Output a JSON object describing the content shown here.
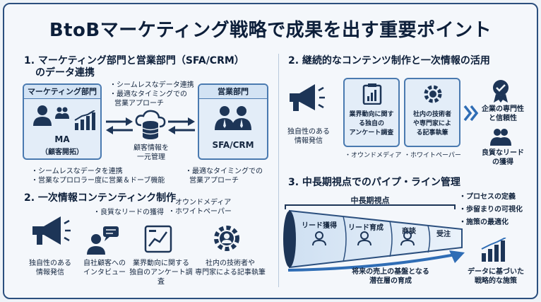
{
  "title": "BtoBマーケティング戦略で成果を出す重要ポイント",
  "section1": {
    "title_line1": "1. マーケティング部門と営業部門（SFA/CRM）",
    "title_line2": "のデータ連携",
    "marketing_box": {
      "header": "マーケティング部門",
      "label1": "MA",
      "label2": "（顧客開拓）"
    },
    "sales_box": {
      "header": "営業部門",
      "label": "SFA/CRM"
    },
    "top_bullets": [
      "・シームレスなデータ連携",
      "・最適なタイミングでの",
      "営業アプローチ"
    ],
    "center_label": [
      "顧客情報を",
      "一元管理"
    ],
    "bottom_left": [
      "・シームレスなデータを連携",
      "・営業なプロロラー度に営業＆ドーブ機能"
    ],
    "bottom_right": [
      "・最適なタイミングでの",
      "営業アプローチ"
    ]
  },
  "section2_left": {
    "title": "2. 一次情報コンテンティンク制作",
    "bullets_mid": [
      "・良質なリードの獲得"
    ],
    "bullets_right": [
      "・オウンドメディア",
      "・ホワイトペーパー"
    ],
    "items": [
      {
        "label": [
          "独自性のある",
          "情報発信"
        ]
      },
      {
        "label": [
          "自社顧客への",
          "インタビュー"
        ]
      },
      {
        "label": [
          "業界動向に関する",
          "独自のアンケート調査"
        ]
      },
      {
        "label": [
          "社内の技術者や",
          "専門家による記事執筆"
        ]
      }
    ]
  },
  "section2_right": {
    "title": "2. 継続的なコンテンツ制作と一次情報の活用",
    "left_label": [
      "独自性のある",
      "情報発信"
    ],
    "card1": [
      "業界動向に関す",
      "る独自の",
      "アンケート調査"
    ],
    "card2": [
      "社内の技術者",
      "や専門家によ",
      "る記事執筆"
    ],
    "card_footer": [
      "・オウンドメディア",
      "・ホワイトペーパー"
    ],
    "result1": [
      "企業の専門性",
      "と信頼性"
    ],
    "result2": [
      "良質なリード",
      "の獲得"
    ]
  },
  "section3": {
    "title": "3. 中長期視点でのパイプ・ライン管理",
    "header_label": "中長期視点",
    "stages": [
      "リード獲得",
      "リード育成",
      "商談",
      "受注"
    ],
    "bottom_label": [
      "将来の売上の基盤となる",
      "潜在層の育成"
    ],
    "bullets": [
      "・プロセスの定義",
      "・歩留まりの可視化",
      "・施策の最適化"
    ],
    "result": [
      "データに基づいた",
      "戦略的な施策"
    ]
  },
  "colors": {
    "navy": "#1d3557",
    "accent": "#2f6db5",
    "light": "#e3edf8"
  }
}
